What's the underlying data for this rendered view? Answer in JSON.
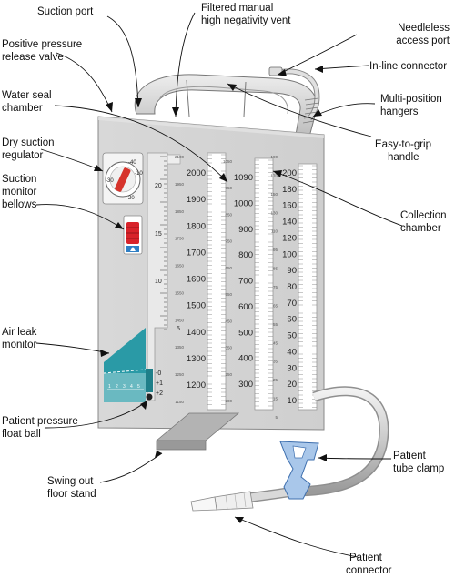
{
  "labels": {
    "suction_port": "Suction port",
    "filtered_vent": [
      "Filtered manual",
      "high negativity vent"
    ],
    "needleless_port": [
      "Needleless",
      "access port"
    ],
    "positive_pressure_valve": [
      "Positive pressure",
      "release valve"
    ],
    "inline_connector": "In-line connector",
    "water_seal_chamber": [
      "Water seal",
      "chamber"
    ],
    "multi_position_hangers": [
      "Multi-position",
      "hangers"
    ],
    "dry_suction_regulator": [
      "Dry suction",
      "regulator"
    ],
    "easy_grip_handle": [
      "Easy-to-grip",
      "handle"
    ],
    "suction_monitor_bellows": [
      "Suction",
      "monitor",
      "bellows"
    ],
    "collection_chamber": [
      "Collection",
      "chamber"
    ],
    "air_leak_monitor": [
      "Air leak",
      "monitor"
    ],
    "patient_pressure_float_ball": [
      "Patient pressure",
      "float ball"
    ],
    "patient_tube_clamp": [
      "Patient",
      "tube clamp"
    ],
    "swing_out_floor_stand": [
      "Swing out",
      "floor stand"
    ],
    "patient_connector": [
      "Patient",
      "connector"
    ]
  },
  "dial": {
    "ticks": [
      "-40",
      "-10",
      "-30",
      "-20"
    ]
  },
  "water_seal_scale": [
    "20",
    "15",
    "10",
    "5"
  ],
  "air_leak_scale": [
    "-0",
    "+1",
    "+2"
  ],
  "air_leak_small": [
    "1",
    "2",
    "3",
    "4",
    "5"
  ],
  "collection_scales": {
    "left": {
      "major": [
        "2000",
        "1900",
        "1800",
        "1700",
        "1600",
        "1500",
        "1400",
        "1300",
        "1200"
      ],
      "minor": [
        "2100",
        "1950",
        "1850",
        "1750",
        "1650",
        "1550",
        "1450",
        "1350",
        "1250",
        "1150"
      ]
    },
    "middle": {
      "major": [
        "1090",
        "1000",
        "900",
        "800",
        "700",
        "600",
        "500",
        "400",
        "300"
      ],
      "minor": [
        "1050",
        "950",
        "850",
        "750",
        "650",
        "550",
        "450",
        "350",
        "250",
        "200"
      ]
    },
    "right": {
      "major": [
        "200",
        "180",
        "160",
        "140",
        "120",
        "100",
        "90",
        "80",
        "70",
        "60",
        "50",
        "40",
        "30",
        "20",
        "10"
      ],
      "minor": [
        "190",
        "170",
        "150",
        "130",
        "110",
        "95",
        "85",
        "75",
        "65",
        "55",
        "45",
        "35",
        "25",
        "15",
        "5"
      ]
    }
  }
}
